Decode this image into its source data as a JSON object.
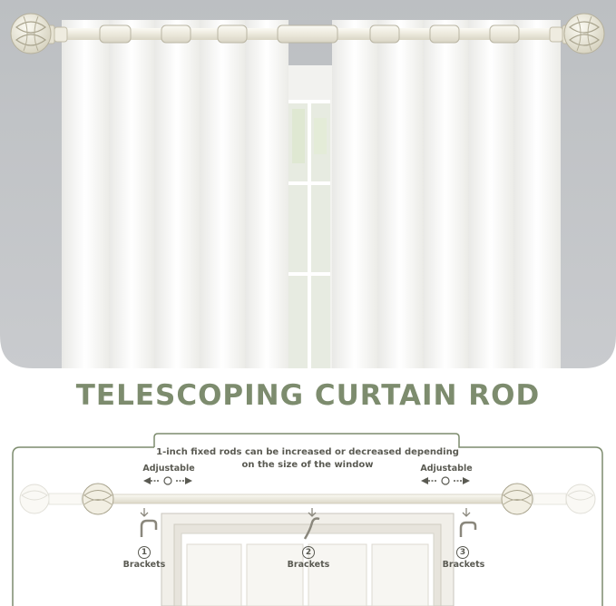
{
  "headline": "TELESCOPING CURTAIN ROD",
  "diagram": {
    "note": "1-inch fixed rods can be increased or decreased depending on the size of the window",
    "adjustable_left": "Adjustable",
    "adjustable_right": "Adjustable",
    "brackets": [
      {
        "number": "1",
        "label": "Brackets"
      },
      {
        "number": "2",
        "label": "Brackets"
      },
      {
        "number": "3",
        "label": "Brackets"
      }
    ]
  },
  "colors": {
    "headline": "#7d8c6e",
    "frame_line": "#7d8c6e",
    "curtain": "#f7f7f4",
    "rod": "#efece0",
    "backdrop": "#c4c6c9"
  },
  "icons": [
    "finial-ball-icon",
    "curtain-ring-icon",
    "bracket-hook-icon",
    "adjust-arrows-icon",
    "window-icon"
  ]
}
